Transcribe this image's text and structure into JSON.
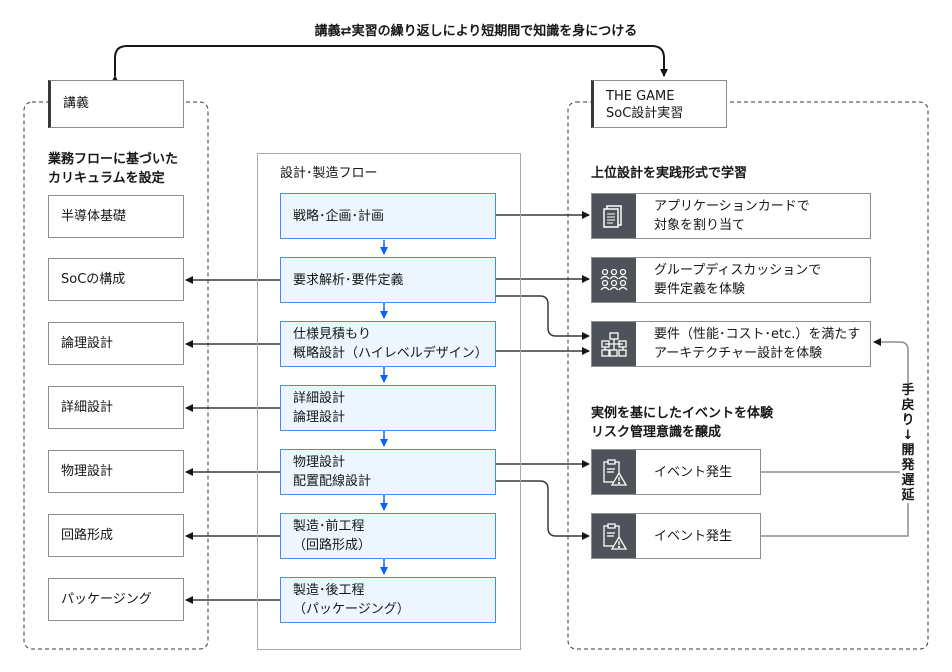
{
  "caption": "講義⇄実習の繰り返しにより短期間で知識を身につける",
  "lecture": {
    "tab": "講義",
    "heading_line1": "業務フローに基づいた",
    "heading_line2": "カリキュラムを設定",
    "items": [
      "半導体基礎",
      "SoCの構成",
      "論理設計",
      "詳細設計",
      "物理設計",
      "回路形成",
      "パッケージング"
    ]
  },
  "flow": {
    "title": "設計･製造フロー",
    "steps": [
      {
        "line1": "戦略･企画･計画",
        "line2": ""
      },
      {
        "line1": "要求解析･要件定義",
        "line2": ""
      },
      {
        "line1": "仕様見積もり",
        "line2": "概略設計（ハイレベルデザイン）"
      },
      {
        "line1": "詳細設計",
        "line2": "論理設計"
      },
      {
        "line1": "物理設計",
        "line2": "配置配線設計"
      },
      {
        "line1": "製造･前工程",
        "line2": "（回路形成）"
      },
      {
        "line1": "製造･後工程",
        "line2": "（パッケージング）"
      }
    ]
  },
  "game": {
    "tab_line1": "THE GAME",
    "tab_line2": "SoC設計実習",
    "heading1": "上位設計を実践形式で学習",
    "heading2_line1": "実例を基にしたイベントを体験",
    "heading2_line2": "リスク管理意識を醸成",
    "cards": [
      {
        "icon": "document-icon",
        "line1": "アプリケーションカードで",
        "line2": "対象を割り当て"
      },
      {
        "icon": "group-icon",
        "line1": "グループディスカッションで",
        "line2": "要件定義を体験"
      },
      {
        "icon": "hierarchy-icon",
        "line1": "要件（性能･コスト･etc.）を満たす",
        "line2": "アーキテクチャー設計を体験"
      },
      {
        "icon": "warning-clipboard-icon",
        "line1": "イベント発生",
        "line2": ""
      },
      {
        "icon": "warning-clipboard-icon",
        "line1": "イベント発生",
        "line2": ""
      }
    ],
    "side_label": [
      "手",
      "戻",
      "り",
      "↓",
      "開",
      "発",
      "遅",
      "延"
    ]
  },
  "colors": {
    "accent": "#4589ff",
    "step_fill": "#edf5ff",
    "icon_bg": "#4d5358",
    "line": "#393939"
  }
}
